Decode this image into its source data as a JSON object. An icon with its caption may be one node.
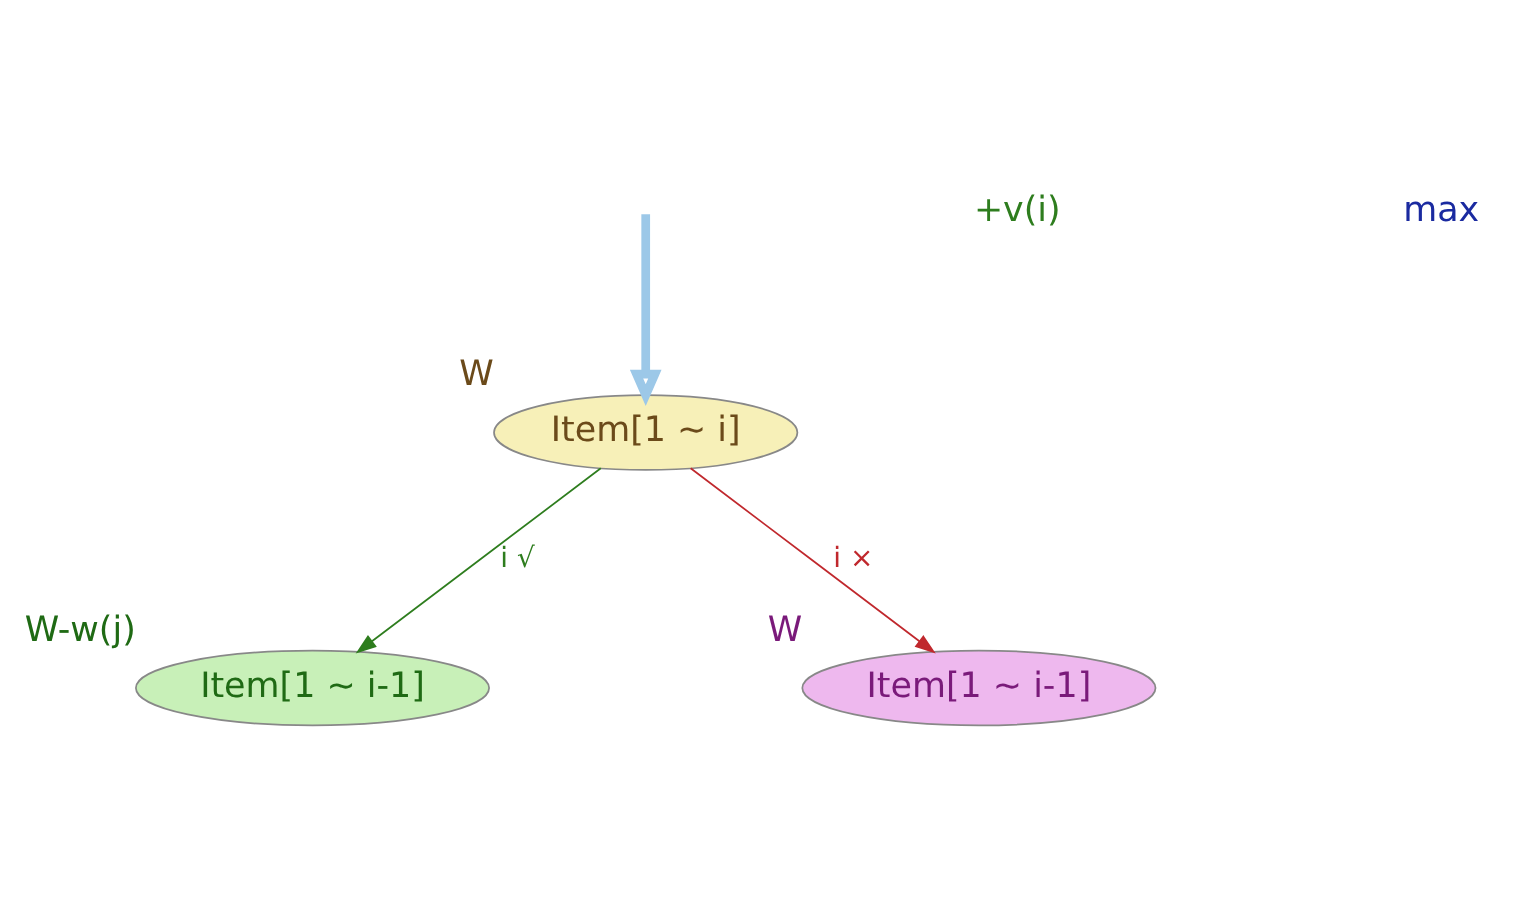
{
  "diagram": {
    "nodes": [
      {
        "text": [
          "Item[1 ~ i]"
        ],
        "beside": [
          "W"
        ]
      },
      {
        "text": [
          "Item[1 ~ i-1]"
        ],
        "beside": [
          "W-w(j)"
        ]
      },
      {
        "text": [
          "Item[1 ~ i-1]"
        ],
        "beside": [
          "W"
        ]
      }
    ],
    "edges": [
      {
        "from": 0,
        "to": 1,
        "arrow": "to",
        "label": "i √",
        "color": "#2e7d1e"
      },
      {
        "from": 0,
        "to": 2,
        "arrow": "to",
        "label": "i ×",
        "color": "#c0282d"
      },
      {
        "from": null,
        "to": 0,
        "arrow": "to",
        "style": "thick",
        "color": "#9cc8e8"
      }
    ],
    "labels": [
      "+v(i)",
      "max"
    ]
  }
}
